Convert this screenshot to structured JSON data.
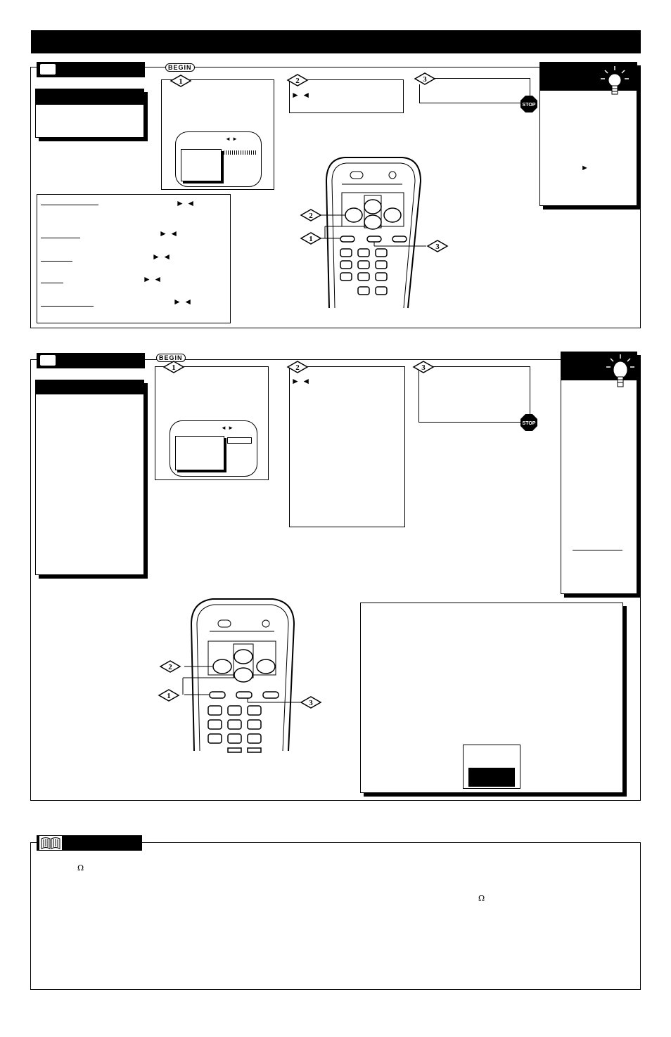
{
  "begin_label": "BEGIN",
  "stop_label": "STOP",
  "step_numbers": [
    "1",
    "2",
    "3"
  ],
  "omega": "Ω",
  "arrow_pair": "► ◄",
  "arrow_right": "►",
  "screen_arrows": "◄ ►",
  "colors": {
    "ink": "#000000",
    "paper": "#ffffff"
  }
}
